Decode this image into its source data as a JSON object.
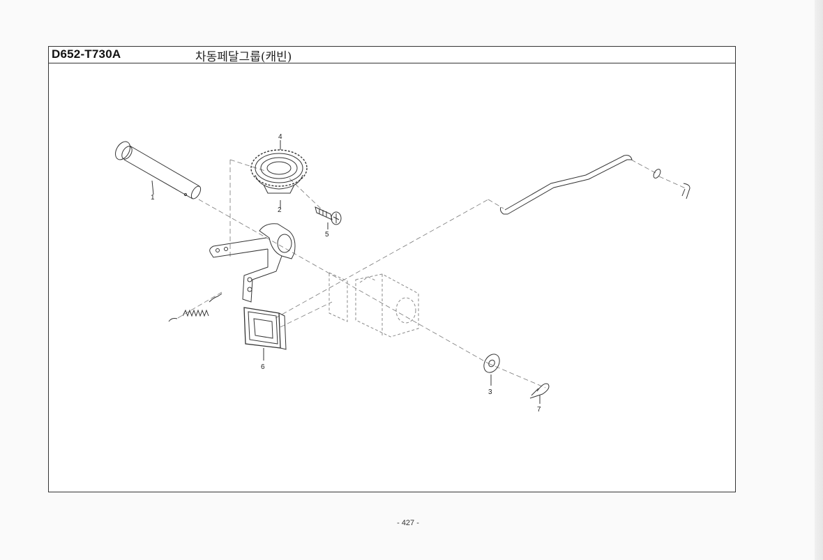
{
  "header": {
    "model_code": "D652-T730A",
    "group_title": "차동페달그룹(캐빈)"
  },
  "callouts": {
    "part_1": "1",
    "part_2": "2",
    "part_3": "3",
    "part_4": "4",
    "part_5": "5",
    "part_6": "6",
    "part_7": "7"
  },
  "footer": {
    "page_number": "- 427 -"
  },
  "colors": {
    "line": "#333333",
    "dash": "#777777"
  }
}
